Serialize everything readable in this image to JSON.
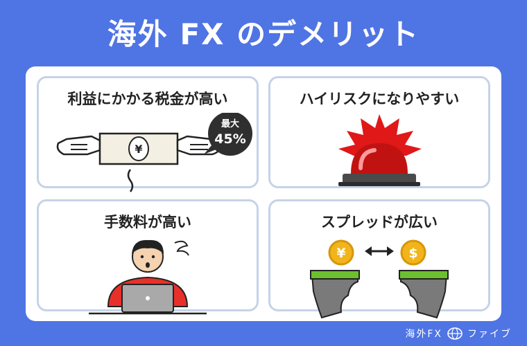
{
  "title": "海外 FX のデメリット",
  "cards": [
    {
      "heading": "利益にかかる税金が高い",
      "bubble_top": "最大",
      "bubble_bottom": "45%",
      "yen": "¥"
    },
    {
      "heading": "ハイリスクになりやすい"
    },
    {
      "heading": "手数料が高い"
    },
    {
      "heading": "スプレッドが広い",
      "coin_left": "¥",
      "coin_right": "$"
    }
  ],
  "brand": {
    "left": "海外FX",
    "right": "ファイブ"
  },
  "colors": {
    "background": "#4f74e4",
    "card_border": "#c6d2ea",
    "alarm": "#e01818",
    "shirt": "#e8302a",
    "coin": "#f2b41b",
    "grass": "#6cbf2e",
    "rock": "#7a7a7a"
  },
  "icons": [
    "hand-icon",
    "banknote-icon",
    "speech-bubble-icon",
    "alarm-light-icon",
    "person-laptop-icon",
    "coin-icon",
    "cliff-icon",
    "double-arrow-icon",
    "globe-icon"
  ]
}
